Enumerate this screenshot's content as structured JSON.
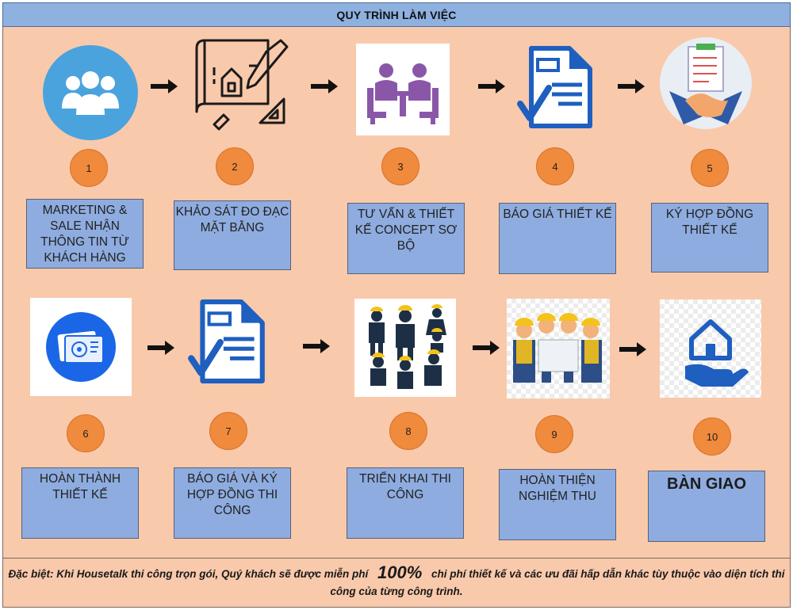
{
  "title": "QUY TRÌNH LÀM VIỆC",
  "steps": [
    {
      "number": "1",
      "label": "MARKETING & SALE NHẬN THÔNG TIN TỪ KHÁCH HÀNG",
      "icon": "users-icon"
    },
    {
      "number": "2",
      "label": "KHẢO SÁT ĐO ĐẠC MẶT BẰNG",
      "icon": "blueprint-icon"
    },
    {
      "number": "3",
      "label": "TƯ VẤN & THIẾT KẾ CONCEPT SƠ BỘ",
      "icon": "meeting-icon"
    },
    {
      "number": "4",
      "label": "BÁO GIÁ THIẾT KẾ",
      "icon": "document-check-icon"
    },
    {
      "number": "5",
      "label": "KÝ HỢP ĐỒNG THIẾT KẾ",
      "icon": "handshake-contract-icon"
    },
    {
      "number": "6",
      "label": "HOÀN THÀNH THIẾT KẾ",
      "icon": "design-complete-icon"
    },
    {
      "number": "7",
      "label": "BÁO GIÁ VÀ KÝ HỢP ĐỒNG THI CÔNG",
      "icon": "document-check-icon"
    },
    {
      "number": "8",
      "label": "TRIỂN KHAI THI CÔNG",
      "icon": "workers-icon"
    },
    {
      "number": "9",
      "label": "HOÀN THIỆN NGHIỆM THU",
      "icon": "engineers-icon"
    },
    {
      "number": "10",
      "label": "BÀN GIAO",
      "icon": "house-hand-icon"
    }
  ],
  "note": {
    "before": "Đặc biệt: Khi Housetalk thi công trọn gói, Quý khách sẽ được miễn phí",
    "highlight": "100%",
    "after": "chi phí thiết kế và các ưu đãi hấp dẫn khác tùy thuộc vào diện tích thi công của từng công trình."
  },
  "colors": {
    "background": "#f9c9ab",
    "title_bar": "#8eb1e0",
    "label_box": "#8eacdf",
    "number_circle": "#f08a3c",
    "icon_blue": "#1e5fc0"
  }
}
